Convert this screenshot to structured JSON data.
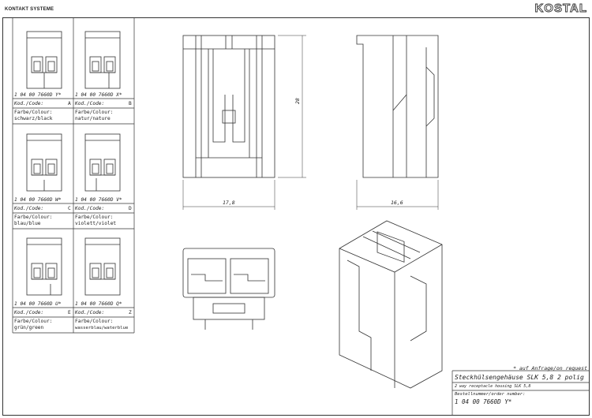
{
  "header": {
    "company": "KONTAKT SYSTEME",
    "logo": "KOSTAL"
  },
  "variants": [
    {
      "part": "1 04 00 7660D Y*",
      "code_label": "Kod./Code:",
      "code": "A",
      "colour_label": "Farbe/Colour:",
      "colour": "schwarz/black"
    },
    {
      "part": "1 04 00 7660D X*",
      "code_label": "Kod./Code:",
      "code": "B",
      "colour_label": "Farbe/Colour:",
      "colour": "natur/nature"
    },
    {
      "part": "1 04 00 7660D W*",
      "code_label": "Kod./Code:",
      "code": "C",
      "colour_label": "Farbe/Colour:",
      "colour": "blau/blue"
    },
    {
      "part": "1 04 00 7660D V*",
      "code_label": "Kod./Code:",
      "code": "D",
      "colour_label": "Farbe/Colour:",
      "colour": "violett/violet"
    },
    {
      "part": "1 04 00 7660D U*",
      "code_label": "Kod./Code:",
      "code": "E",
      "colour_label": "Farbe/Colour:",
      "colour": "grün/green"
    },
    {
      "part": "1 04 00 7660D Q*",
      "code_label": "Kod./Code:",
      "code": "Z",
      "colour_label": "Farbe/Colour:",
      "colour": "wasserblau/waterblue"
    }
  ],
  "dimensions": {
    "height": "28",
    "width_front": "17,8",
    "width_side": "16,6"
  },
  "note": "* auf Anfrage/on request",
  "title_block": {
    "title": "Steckhülsengehäuse SLK 5,8 2 polig",
    "subtitle": "2 way receptacle housing SLK 5,8",
    "order_label": "Bestellnummer/order number:",
    "order_number": "1 04 00 7660D Y*"
  }
}
